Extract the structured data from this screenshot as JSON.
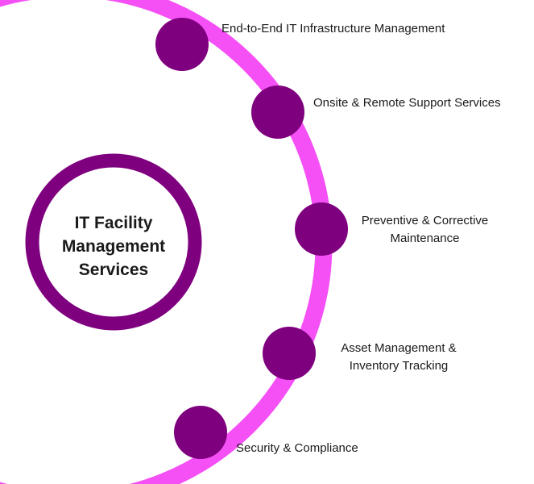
{
  "center": {
    "title_lines": [
      "IT Facility",
      "Management",
      "Services"
    ]
  },
  "services": [
    {
      "lines": [
        "End-to-End IT Infrastructure Management"
      ]
    },
    {
      "lines": [
        "Onsite & Remote Support Services"
      ]
    },
    {
      "lines": [
        "Preventive & Corrective",
        "Maintenance"
      ]
    },
    {
      "lines": [
        "Asset Management &",
        "Inventory Tracking"
      ]
    },
    {
      "lines": [
        "Security & Compliance"
      ]
    }
  ],
  "colors": {
    "ring": "#f550f5",
    "node": "#7f007f",
    "center_ring": "#7f007f",
    "text": "#1a1a1a"
  }
}
